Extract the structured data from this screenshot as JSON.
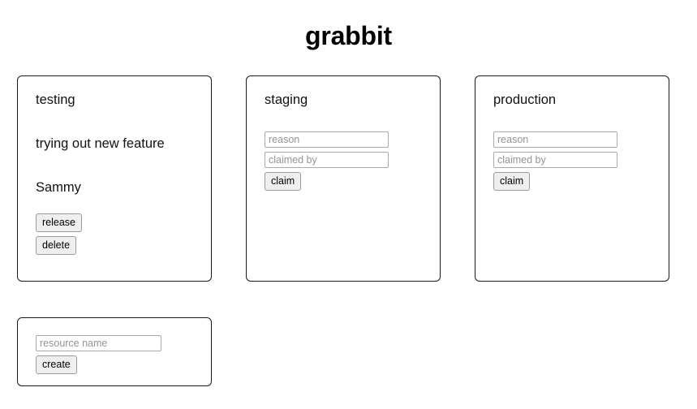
{
  "app": {
    "title": "grabbit"
  },
  "resources": [
    {
      "name": "testing",
      "claimed": true,
      "reason": "trying out new feature",
      "claimed_by": "Sammy",
      "release_label": "release",
      "delete_label": "delete"
    },
    {
      "name": "staging",
      "claimed": false,
      "reason_placeholder": "reason",
      "claimed_by_placeholder": "claimed by",
      "claim_label": "claim"
    },
    {
      "name": "production",
      "claimed": false,
      "reason_placeholder": "reason",
      "claimed_by_placeholder": "claimed by",
      "claim_label": "claim"
    }
  ],
  "create_form": {
    "resource_name_placeholder": "resource name",
    "create_label": "create"
  },
  "colors": {
    "page_background": "#ffffff",
    "card_border": "#1a1a1a",
    "input_border": "#a9a9a9",
    "placeholder_text": "#949494",
    "button_background": "#efefef",
    "button_border": "#9a9a9a",
    "text": "#111111"
  }
}
